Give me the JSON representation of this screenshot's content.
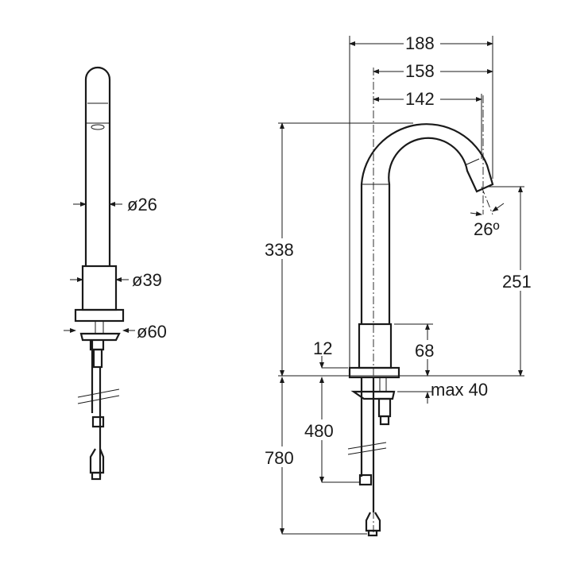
{
  "front_view": {
    "dimensions": {
      "spout_diameter": "ø26",
      "body_diameter": "ø39",
      "base_diameter": "ø60"
    }
  },
  "side_view": {
    "dimensions": {
      "overall_reach": "188",
      "reach_to_outlet_edge": "158",
      "reach_to_outlet_center": "142",
      "outlet_angle": "26º",
      "overall_height": "338",
      "outlet_height": "251",
      "base_thickness": "12",
      "body_height": "68",
      "max_counter_thickness": "max 40",
      "hose_length": "480",
      "total_hose_length": "780"
    }
  }
}
